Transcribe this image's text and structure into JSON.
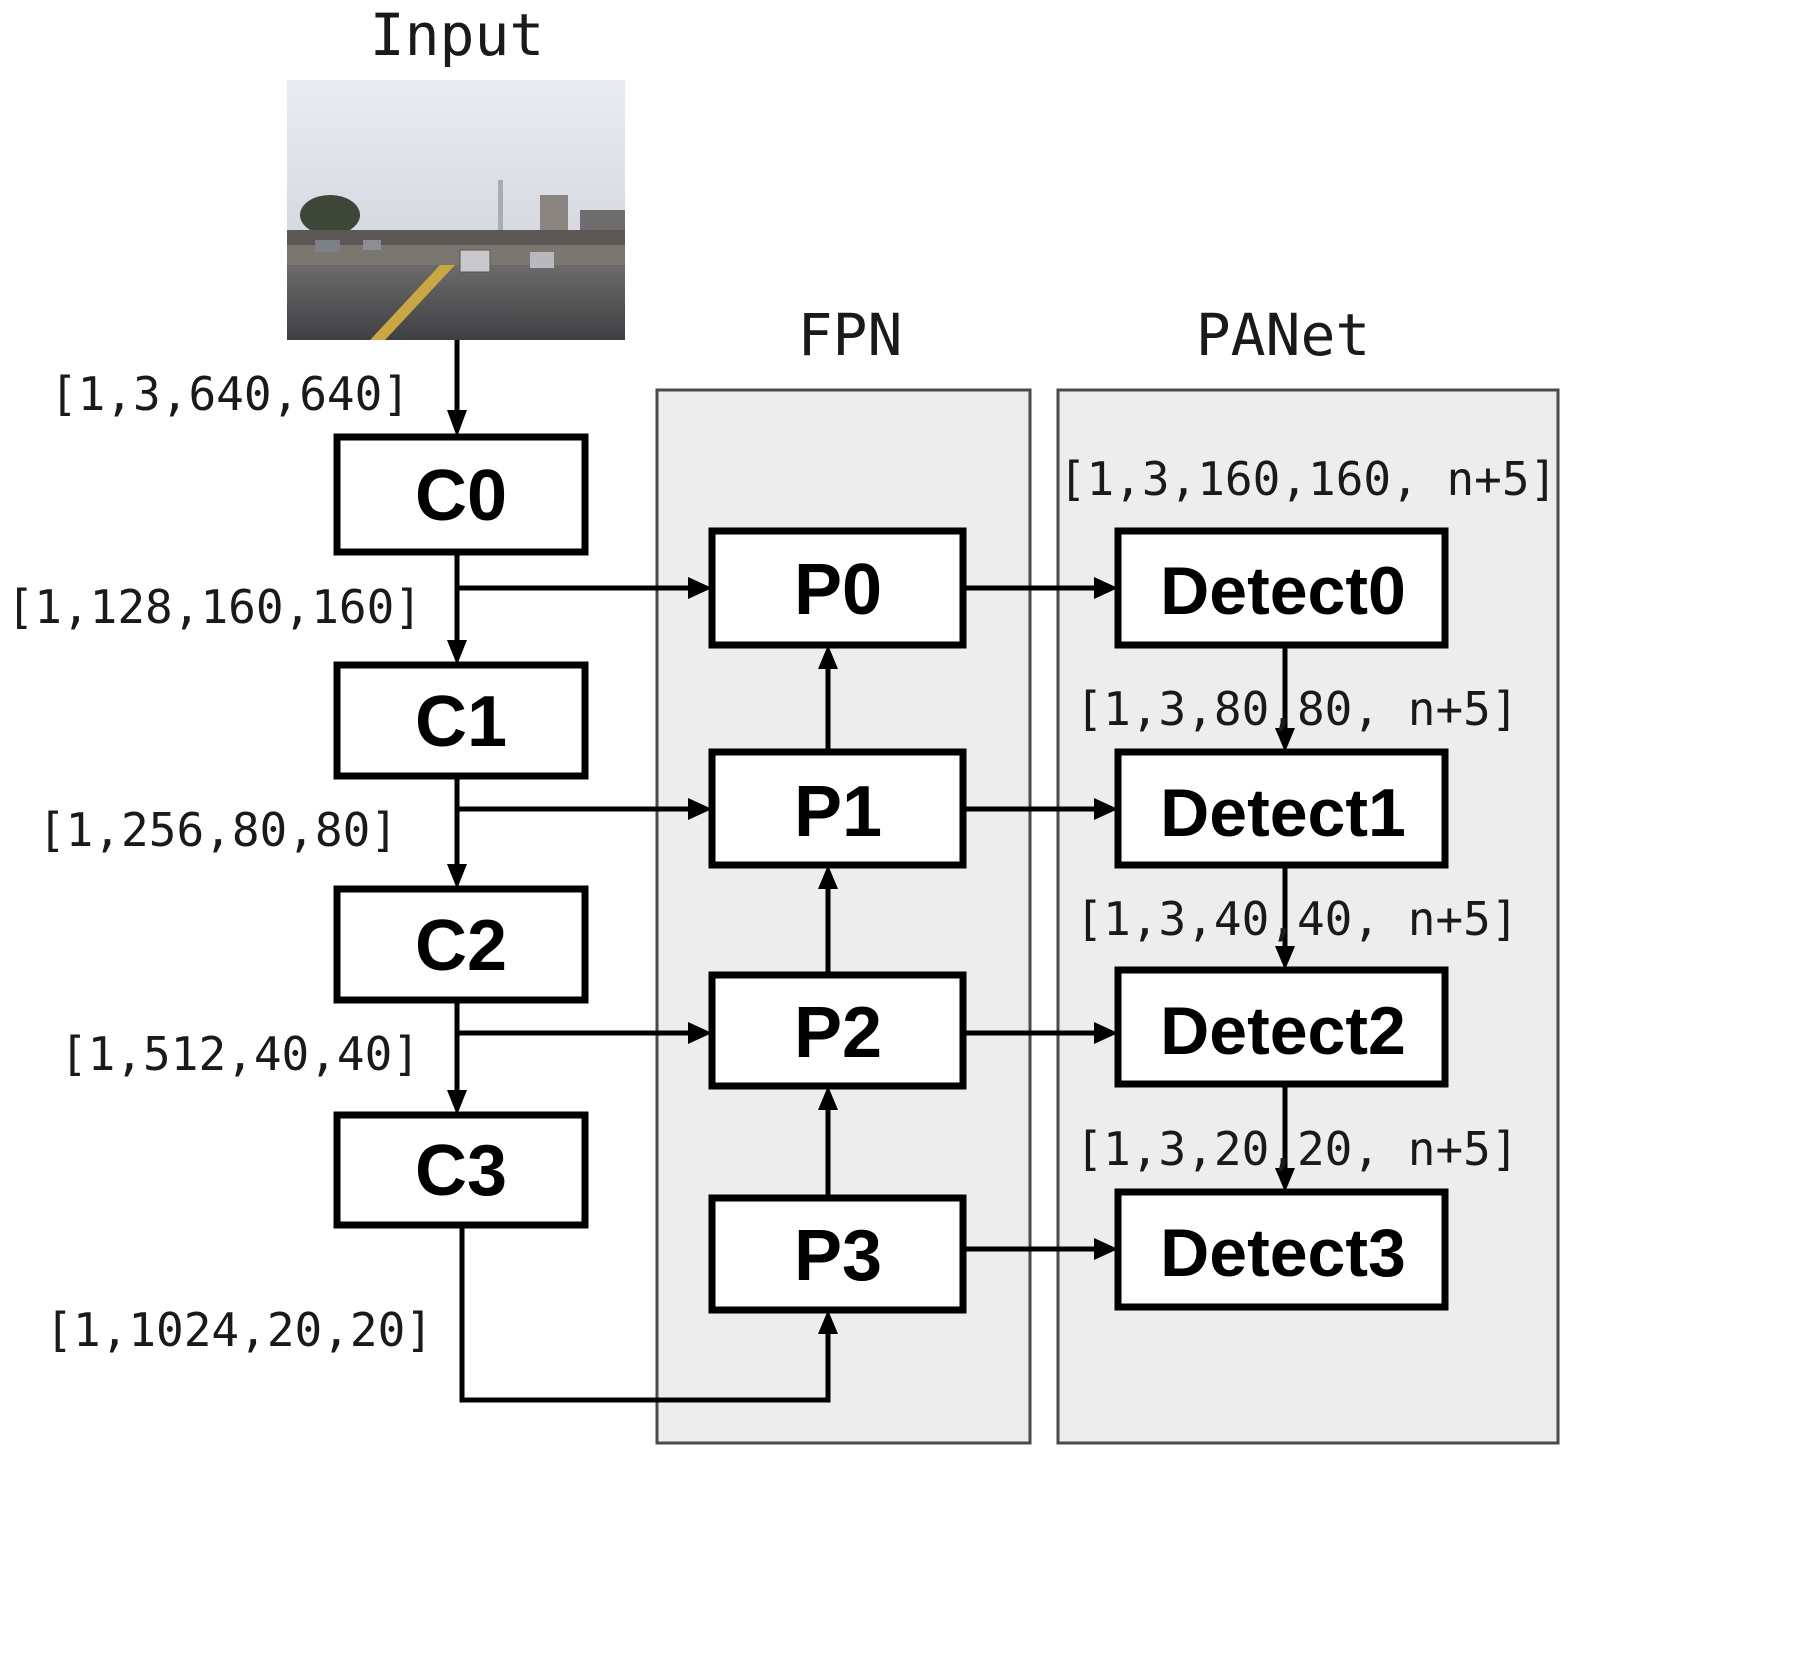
{
  "input": {
    "title": "Input",
    "image_description": "highway road scene with cars under overcast sky",
    "shape": "[1,3,640,640]"
  },
  "backbone": {
    "blocks": [
      {
        "label": "C0",
        "output_shape": "[1,128,160,160]"
      },
      {
        "label": "C1",
        "output_shape": "[1,256,80,80]"
      },
      {
        "label": "C2",
        "output_shape": "[1,512,40,40]"
      },
      {
        "label": "C3",
        "output_shape": "[1,1024,20,20]"
      }
    ]
  },
  "fpn": {
    "title": "FPN",
    "blocks": [
      {
        "label": "P0"
      },
      {
        "label": "P1"
      },
      {
        "label": "P2"
      },
      {
        "label": "P3"
      }
    ]
  },
  "panet": {
    "title": "PANet",
    "blocks": [
      {
        "label": "Detect0",
        "shape": "[1,3,160,160, n+5]"
      },
      {
        "label": "Detect1",
        "shape": "[1,3,80,80, n+5]"
      },
      {
        "label": "Detect2",
        "shape": "[1,3,40,40, n+5]"
      },
      {
        "label": "Detect3",
        "shape": "[1,3,20,20, n+5]"
      }
    ]
  },
  "colors": {
    "panel_fill": "#ededed",
    "panel_border": "#4a4a4a",
    "block_border": "#000000",
    "block_fill": "#ffffff"
  }
}
